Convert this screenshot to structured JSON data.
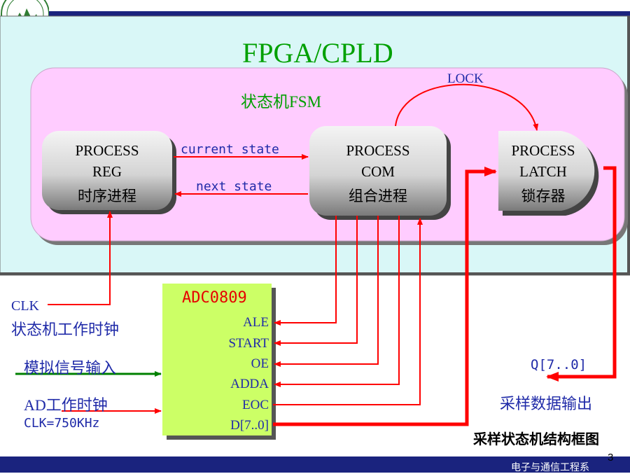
{
  "fpga_title": "FPGA/CPLD",
  "fsm_title": "状态机FSM",
  "lock_label": "LOCK",
  "reg_box": {
    "line1": "PROCESS",
    "line2": "REG",
    "line3": "时序进程"
  },
  "com_box": {
    "line1": "PROCESS",
    "line2": "COM",
    "line3": "组合进程"
  },
  "latch_box": {
    "line1": "PROCESS",
    "line2": "LATCH",
    "line3": "锁存器"
  },
  "current_state_label": "current state",
  "next_state_label": "next state",
  "adc": {
    "title": "ADC0809",
    "pins": [
      "ALE",
      "START",
      "OE",
      "ADDA",
      "EOC",
      "D[7..0]"
    ]
  },
  "inputs": {
    "clk_line1": "CLK",
    "clk_line2": "状态机工作时钟",
    "analog": "模拟信号输入",
    "ad_clk_line1": "AD工作时钟",
    "ad_clk_line2": "CLK=750KHz"
  },
  "output": {
    "q_label": "Q[7..0]",
    "q_desc": "采样数据输出"
  },
  "caption": "采样状态机结构框图",
  "page_number": "3",
  "footer_text": "电子与通信工程系",
  "colors": {
    "signal": "#ff0000",
    "analog_signal": "#008000",
    "text_blue": "#1f2aa8",
    "fpga_bg": "#d9f7f7",
    "fsm_bg": "#ffccff",
    "adc_bg": "#ccff66",
    "footer_bar": "#1a237e"
  }
}
